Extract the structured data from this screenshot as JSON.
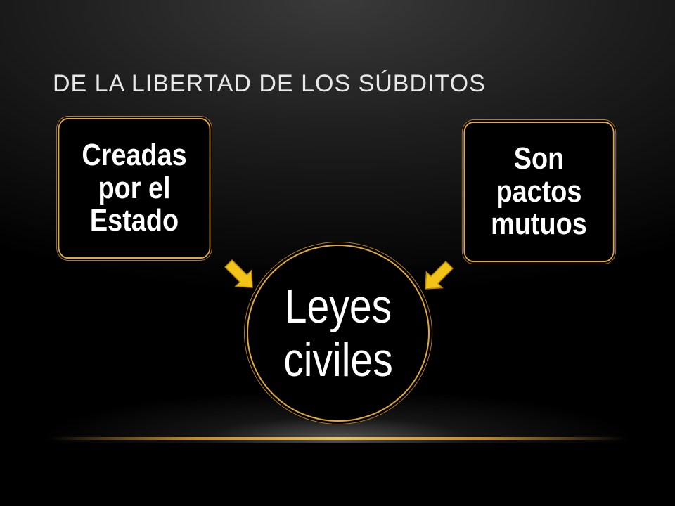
{
  "slide": {
    "title": "DE LA LIBERTAD DE LOS SÚBDITOS"
  },
  "diagram": {
    "left_box": {
      "text": "Creadas por el Estado"
    },
    "right_box": {
      "text": "Son pactos mutuos"
    },
    "center_circle": {
      "text": "Leyes civiles"
    }
  },
  "colors": {
    "accent": "#e0a93a",
    "arrow": "#f2c418",
    "background": "#000000",
    "text": "#ffffff"
  }
}
